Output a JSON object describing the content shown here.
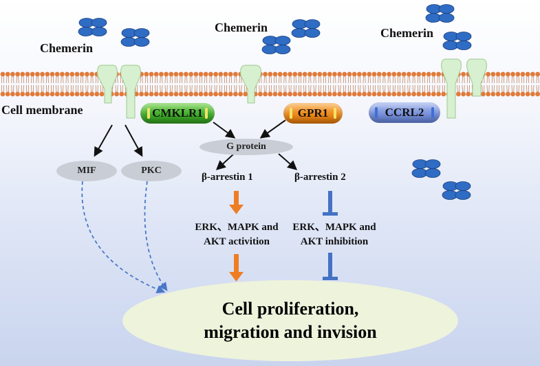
{
  "labels": {
    "chemerin_left": "Chemerin",
    "chemerin_center": "Chemerin",
    "chemerin_right": "Chemerin",
    "cell_membrane": "Cell membrane"
  },
  "receptors": {
    "cmklr1": "CMKLR1",
    "gpr1": "GPR1",
    "ccrl2": "CCRL2"
  },
  "nodes": {
    "g_protein": "G protein",
    "mif": "MIF",
    "pkc": "PKC",
    "beta_arrestin_1": "β-arrestin 1",
    "beta_arrestin_2": "β-arrestin 2"
  },
  "effects": {
    "activation_line1": "ERK、MAPK and",
    "activation_line2": "AKT activition",
    "inhibition_line1": "ERK、MAPK and",
    "inhibition_line2": "AKT inhibition"
  },
  "outcome": {
    "line1": "Cell proliferation,",
    "line2": "migration and invision"
  },
  "colors": {
    "cmklr1": "#3fae2a",
    "gpr1": "#ef8a1a",
    "ccrl2": "#7a93dc",
    "chemerin_blob": "#2f6cc4",
    "receptor": "#d7f0cf",
    "activation_arrow": "#ee7d24",
    "inhibition_arrow": "#4472c4",
    "dashed_arrow": "#4a78c8",
    "membrane_head": "#e07a3a",
    "outcome_fill": "#eef3dc"
  }
}
